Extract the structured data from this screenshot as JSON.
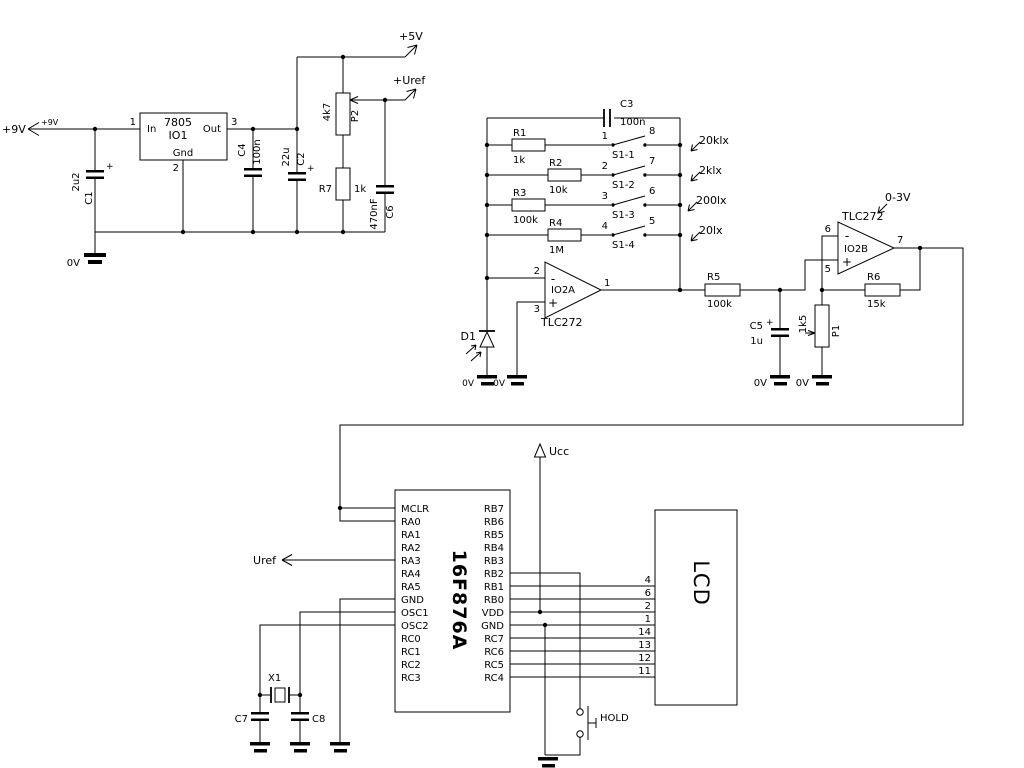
{
  "symbols": {
    "plus": "+",
    "minus": "-"
  },
  "power": {
    "v9": "+9V",
    "v9_small": "+9V",
    "v5": "+5V",
    "vuref": "+Uref",
    "gnd0v": "0V",
    "reg": {
      "name": "7805",
      "ref": "IO1",
      "pin_in": "In",
      "pin_out": "Out",
      "pin_gnd": "Gnd",
      "n_in": "1",
      "n_out": "3",
      "n_gnd": "2"
    },
    "c1": {
      "name": "C1",
      "value": "2u2"
    },
    "c4": {
      "name": "C4",
      "value": "100n"
    },
    "c2": {
      "name": "C2",
      "value": "22u"
    },
    "c6": {
      "name": "C6",
      "value": "470nF"
    },
    "p2": {
      "name": "P2",
      "value": "4k7"
    },
    "r7": {
      "name": "R7",
      "value": "1k"
    }
  },
  "amp": {
    "c3": {
      "name": "C3",
      "value": "100n"
    },
    "rows": [
      {
        "r": "R1",
        "v": "1k",
        "sw": "S1-1",
        "pl": "1",
        "pr": "8",
        "range": "20klx"
      },
      {
        "r": "R2",
        "v": "10k",
        "sw": "S1-2",
        "pl": "2",
        "pr": "7",
        "range": "2klx"
      },
      {
        "r": "R3",
        "v": "100k",
        "sw": "S1-3",
        "pl": "3",
        "pr": "6",
        "range": "200lx"
      },
      {
        "r": "R4",
        "v": "1M",
        "sw": "S1-4",
        "pl": "4",
        "pr": "5",
        "range": "20lx"
      }
    ],
    "oa": {
      "ref": "IO2A",
      "part": "TLC272",
      "n_inv": "2",
      "n_nin": "3",
      "n_out": "1"
    },
    "ob": {
      "ref": "IO2B",
      "part": "TLC272",
      "n_inv": "6",
      "n_nin": "5",
      "n_out": "7"
    },
    "d1": "D1",
    "r5": {
      "name": "R5",
      "value": "100k"
    },
    "r6": {
      "name": "R6",
      "value": "15k"
    },
    "c5": {
      "name": "C5",
      "value": "1u"
    },
    "p1": {
      "name": "P1",
      "value": "1k5"
    },
    "out_range": "0-3V",
    "gnd": "0V"
  },
  "mcu": {
    "part": "16F876A",
    "left_pins": [
      "MCLR",
      "RA0",
      "RA1",
      "RA2",
      "RA3",
      "RA4",
      "RA5",
      "GND",
      "OSC1",
      "OSC2",
      "RC0",
      "RC1",
      "RC2",
      "RC3"
    ],
    "right_pins": [
      "RB7",
      "RB6",
      "RB5",
      "RB4",
      "RB3",
      "RB2",
      "RB1",
      "RB0",
      "VDD",
      "GND",
      "RC7",
      "RC6",
      "RC5",
      "RC4"
    ],
    "uref": "Uref",
    "ucc": "Ucc",
    "x1": "X1",
    "c7": "C7",
    "c8": "C8",
    "hold": "HOLD"
  },
  "lcd": {
    "title": "LCD",
    "pins": [
      "4",
      "6",
      "2",
      "1",
      "14",
      "13",
      "12",
      "11"
    ]
  }
}
